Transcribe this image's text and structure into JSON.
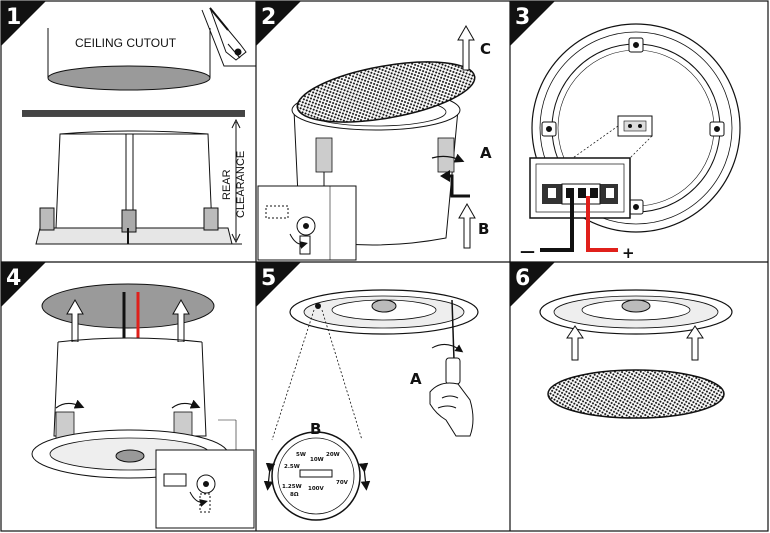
{
  "panels": [
    {
      "number": "1"
    },
    {
      "number": "2"
    },
    {
      "number": "3"
    },
    {
      "number": "4"
    },
    {
      "number": "5"
    },
    {
      "number": "6"
    }
  ],
  "step1": {
    "ceiling_cutout": "CEILING  CUTOUT",
    "rear_clearance_1": "REAR",
    "rear_clearance_2": "CLEARANCE"
  },
  "step2": {
    "label_a": "A",
    "label_b": "B",
    "label_c": "C"
  },
  "step3": {
    "minus": "—",
    "plus": "+"
  },
  "step5": {
    "label_a": "A",
    "label_b": "B",
    "dial": [
      "10W",
      "20W",
      "5W",
      "2.5W",
      "1.25W",
      "8Ω",
      "100V",
      "70V"
    ]
  },
  "colors": {
    "line": "#111111",
    "red": "#e0201b",
    "grille": "#1a1a1a",
    "cutout": "#9a9a9a"
  }
}
